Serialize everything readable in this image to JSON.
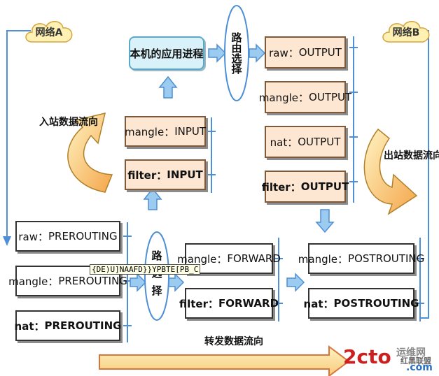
{
  "network_a": "网络A",
  "network_b": "网络B",
  "app_process": "本机的应用进程",
  "routing_top": "路由选择",
  "routing_mid": "路选择",
  "inbound_label": "入站数据流向",
  "outbound_label": "出站数据流向",
  "forward_label": "转发数据流向",
  "input_chain": {
    "mangle": [
      "mangle：",
      "INPUT"
    ],
    "filter": [
      "filter：",
      "INPUT"
    ]
  },
  "output_chain": {
    "raw": [
      "raw：",
      "OUTPUT"
    ],
    "mangle": [
      "mangle：",
      "OUTPUT"
    ],
    "nat": [
      "nat：",
      "OUTPUT"
    ],
    "filter": [
      "filter：",
      "OUTPUT"
    ]
  },
  "prerouting_chain": {
    "raw": [
      "raw：",
      "PREROUTING"
    ],
    "mangle": [
      "mangle：",
      "PREROUTING"
    ],
    "nat": [
      "nat：",
      "PREROUTING"
    ]
  },
  "forward_chain": {
    "mangle": [
      "mangle：",
      "FORWARD"
    ],
    "filter": [
      "filter：",
      "FORWARD"
    ]
  },
  "postrouting_chain": {
    "mangle": [
      "mangle：",
      "POSTROUTING"
    ],
    "nat": [
      "nat：",
      "POSTROUTING"
    ]
  },
  "tooltip": "{DE)U]NAAFD}}YPBTE[PB_C",
  "watermark": {
    "brand": "2cto",
    "site": "运维网",
    "suffix": ".com",
    "league": "红黑联盟"
  },
  "colors": {
    "arrow_blue": "#4e8fd6",
    "peach": "#fde7d2",
    "flow_orange": "#f08a3a"
  }
}
